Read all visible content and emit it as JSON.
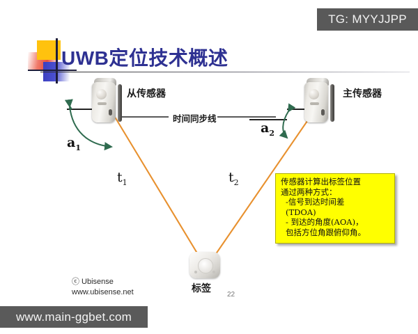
{
  "badge": {
    "text": "TG: MYYJJPP"
  },
  "watermark": {
    "text": "www.main-ggbet.com"
  },
  "slide": {
    "title": "UWB定位技术概述",
    "page_number": "22"
  },
  "diagram": {
    "slave_sensor_label": "从传感器",
    "master_sensor_label": "主传感器",
    "sync_line_label": "时间同步线",
    "tag_label": "标签",
    "angle_left_label": "a",
    "angle_left_sub": "1",
    "angle_right_label": "a",
    "angle_right_sub": "2",
    "time_left_label": "t",
    "time_left_sub": "1",
    "time_right_label": "t",
    "time_right_sub": "2"
  },
  "callout": {
    "line1": "传感器计算出标签位置",
    "line2": "通过两种方式：",
    "line3": "-信号到达时间差",
    "line4": "(TDOA)",
    "line5": "- 到达的角度(AOA)，",
    "line6": "包括方位角跟俯仰角。"
  },
  "footer": {
    "copyright": "ⓒ  Ubisense",
    "website": "www.ubisense.net"
  },
  "colors": {
    "title_blue": "#2e3192",
    "signal_orange": "#e8912f",
    "angle_green": "#2f6b4f",
    "callout_yellow": "#ffff00",
    "badge_gray": "#595959"
  }
}
